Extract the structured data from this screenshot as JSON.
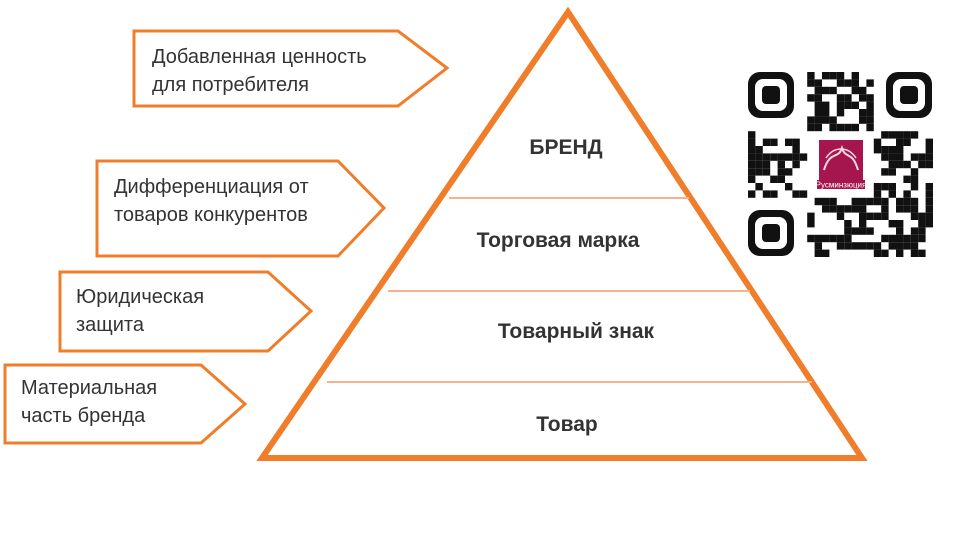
{
  "colors": {
    "accent": "#f07d2a",
    "text": "#333333",
    "tier_line": "#f4b38a",
    "qr_logo": "#a5164e"
  },
  "pyramid": {
    "tiers": [
      {
        "label": "БРЕНД"
      },
      {
        "label": "Торговая марка"
      },
      {
        "label": "Товарный знак"
      },
      {
        "label": "Товар"
      }
    ]
  },
  "callouts": [
    {
      "lines": [
        "Добавленная ценность",
        "для потребителя"
      ]
    },
    {
      "lines": [
        "Дифференциация от",
        "товаров конкурентов"
      ]
    },
    {
      "lines": [
        "Юридическая",
        "защита"
      ]
    },
    {
      "lines": [
        "Материальная",
        "часть бренда"
      ]
    }
  ],
  "qr": {
    "logo_caption": "Русминзюция",
    "icon": "qr-code-icon"
  }
}
